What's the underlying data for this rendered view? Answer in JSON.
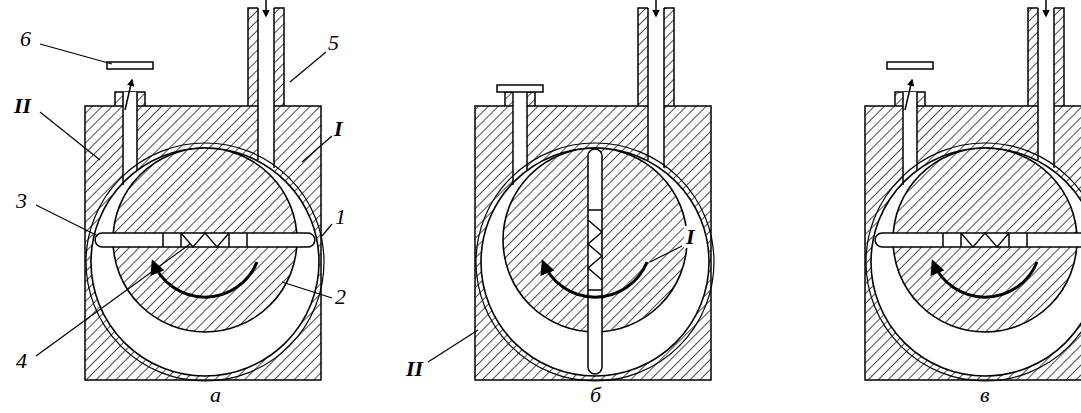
{
  "diagram": {
    "labels": [
      "6",
      "5",
      "II",
      "I",
      "3",
      "1",
      "2",
      "4",
      "II",
      "I",
      "а",
      "б",
      "в"
    ]
  }
}
